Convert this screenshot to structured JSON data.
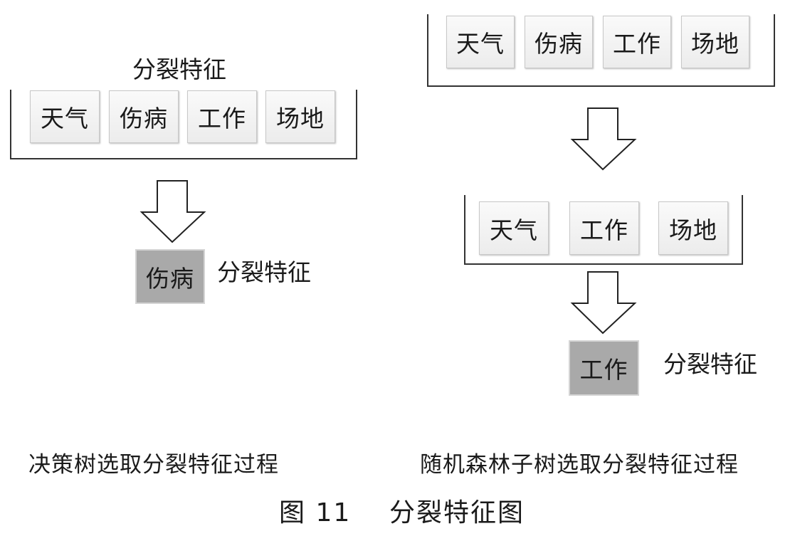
{
  "left": {
    "top_label": "分裂特征",
    "features": [
      "天气",
      "伤病",
      "工作",
      "场地"
    ],
    "selected": "伤病",
    "selected_label": "分裂特征",
    "caption": "决策树选取分裂特征过程"
  },
  "right": {
    "features_1": [
      "天气",
      "伤病",
      "工作",
      "场地"
    ],
    "features_2": [
      "天气",
      "工作",
      "场地"
    ],
    "selected": "工作",
    "selected_label": "分裂特征",
    "caption": "随机森林子树选取分裂特征过程"
  },
  "figure_title": "图 11    分裂特征图"
}
